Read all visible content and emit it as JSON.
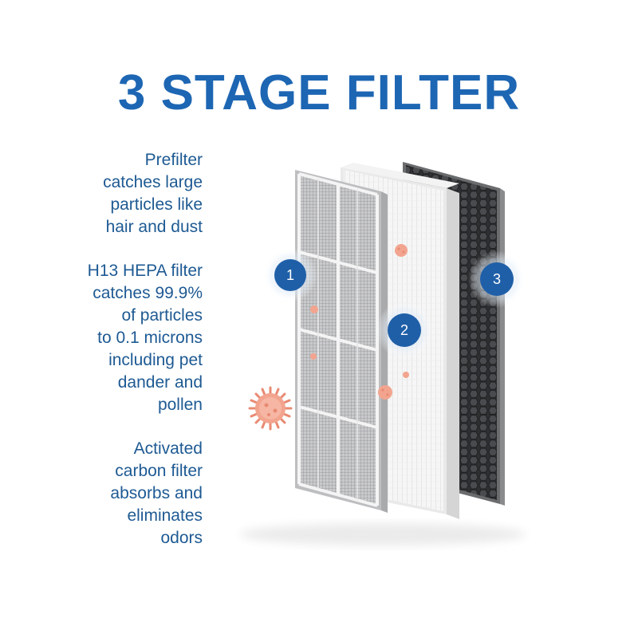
{
  "title": "3 STAGE FILTER",
  "descriptions": [
    {
      "lines": [
        "Prefilter",
        "catches large",
        "particles like",
        "hair and dust"
      ]
    },
    {
      "lines": [
        "H13 HEPA filter",
        "catches 99.9%",
        "of particles",
        "to 0.1 microns",
        "including pet",
        "dander and",
        "pollen"
      ]
    },
    {
      "lines": [
        "Activated",
        "carbon filter",
        "absorbs and",
        "eliminates",
        "odors"
      ]
    }
  ],
  "badges": [
    "1",
    "2",
    "3"
  ],
  "colors": {
    "title": "#1d66b3",
    "text": "#1e5a93",
    "badge": "#1f5fa8",
    "badge_glow": "#cfe0f2",
    "particle": "#f2a48f",
    "carbon": "#3a3b3d"
  }
}
